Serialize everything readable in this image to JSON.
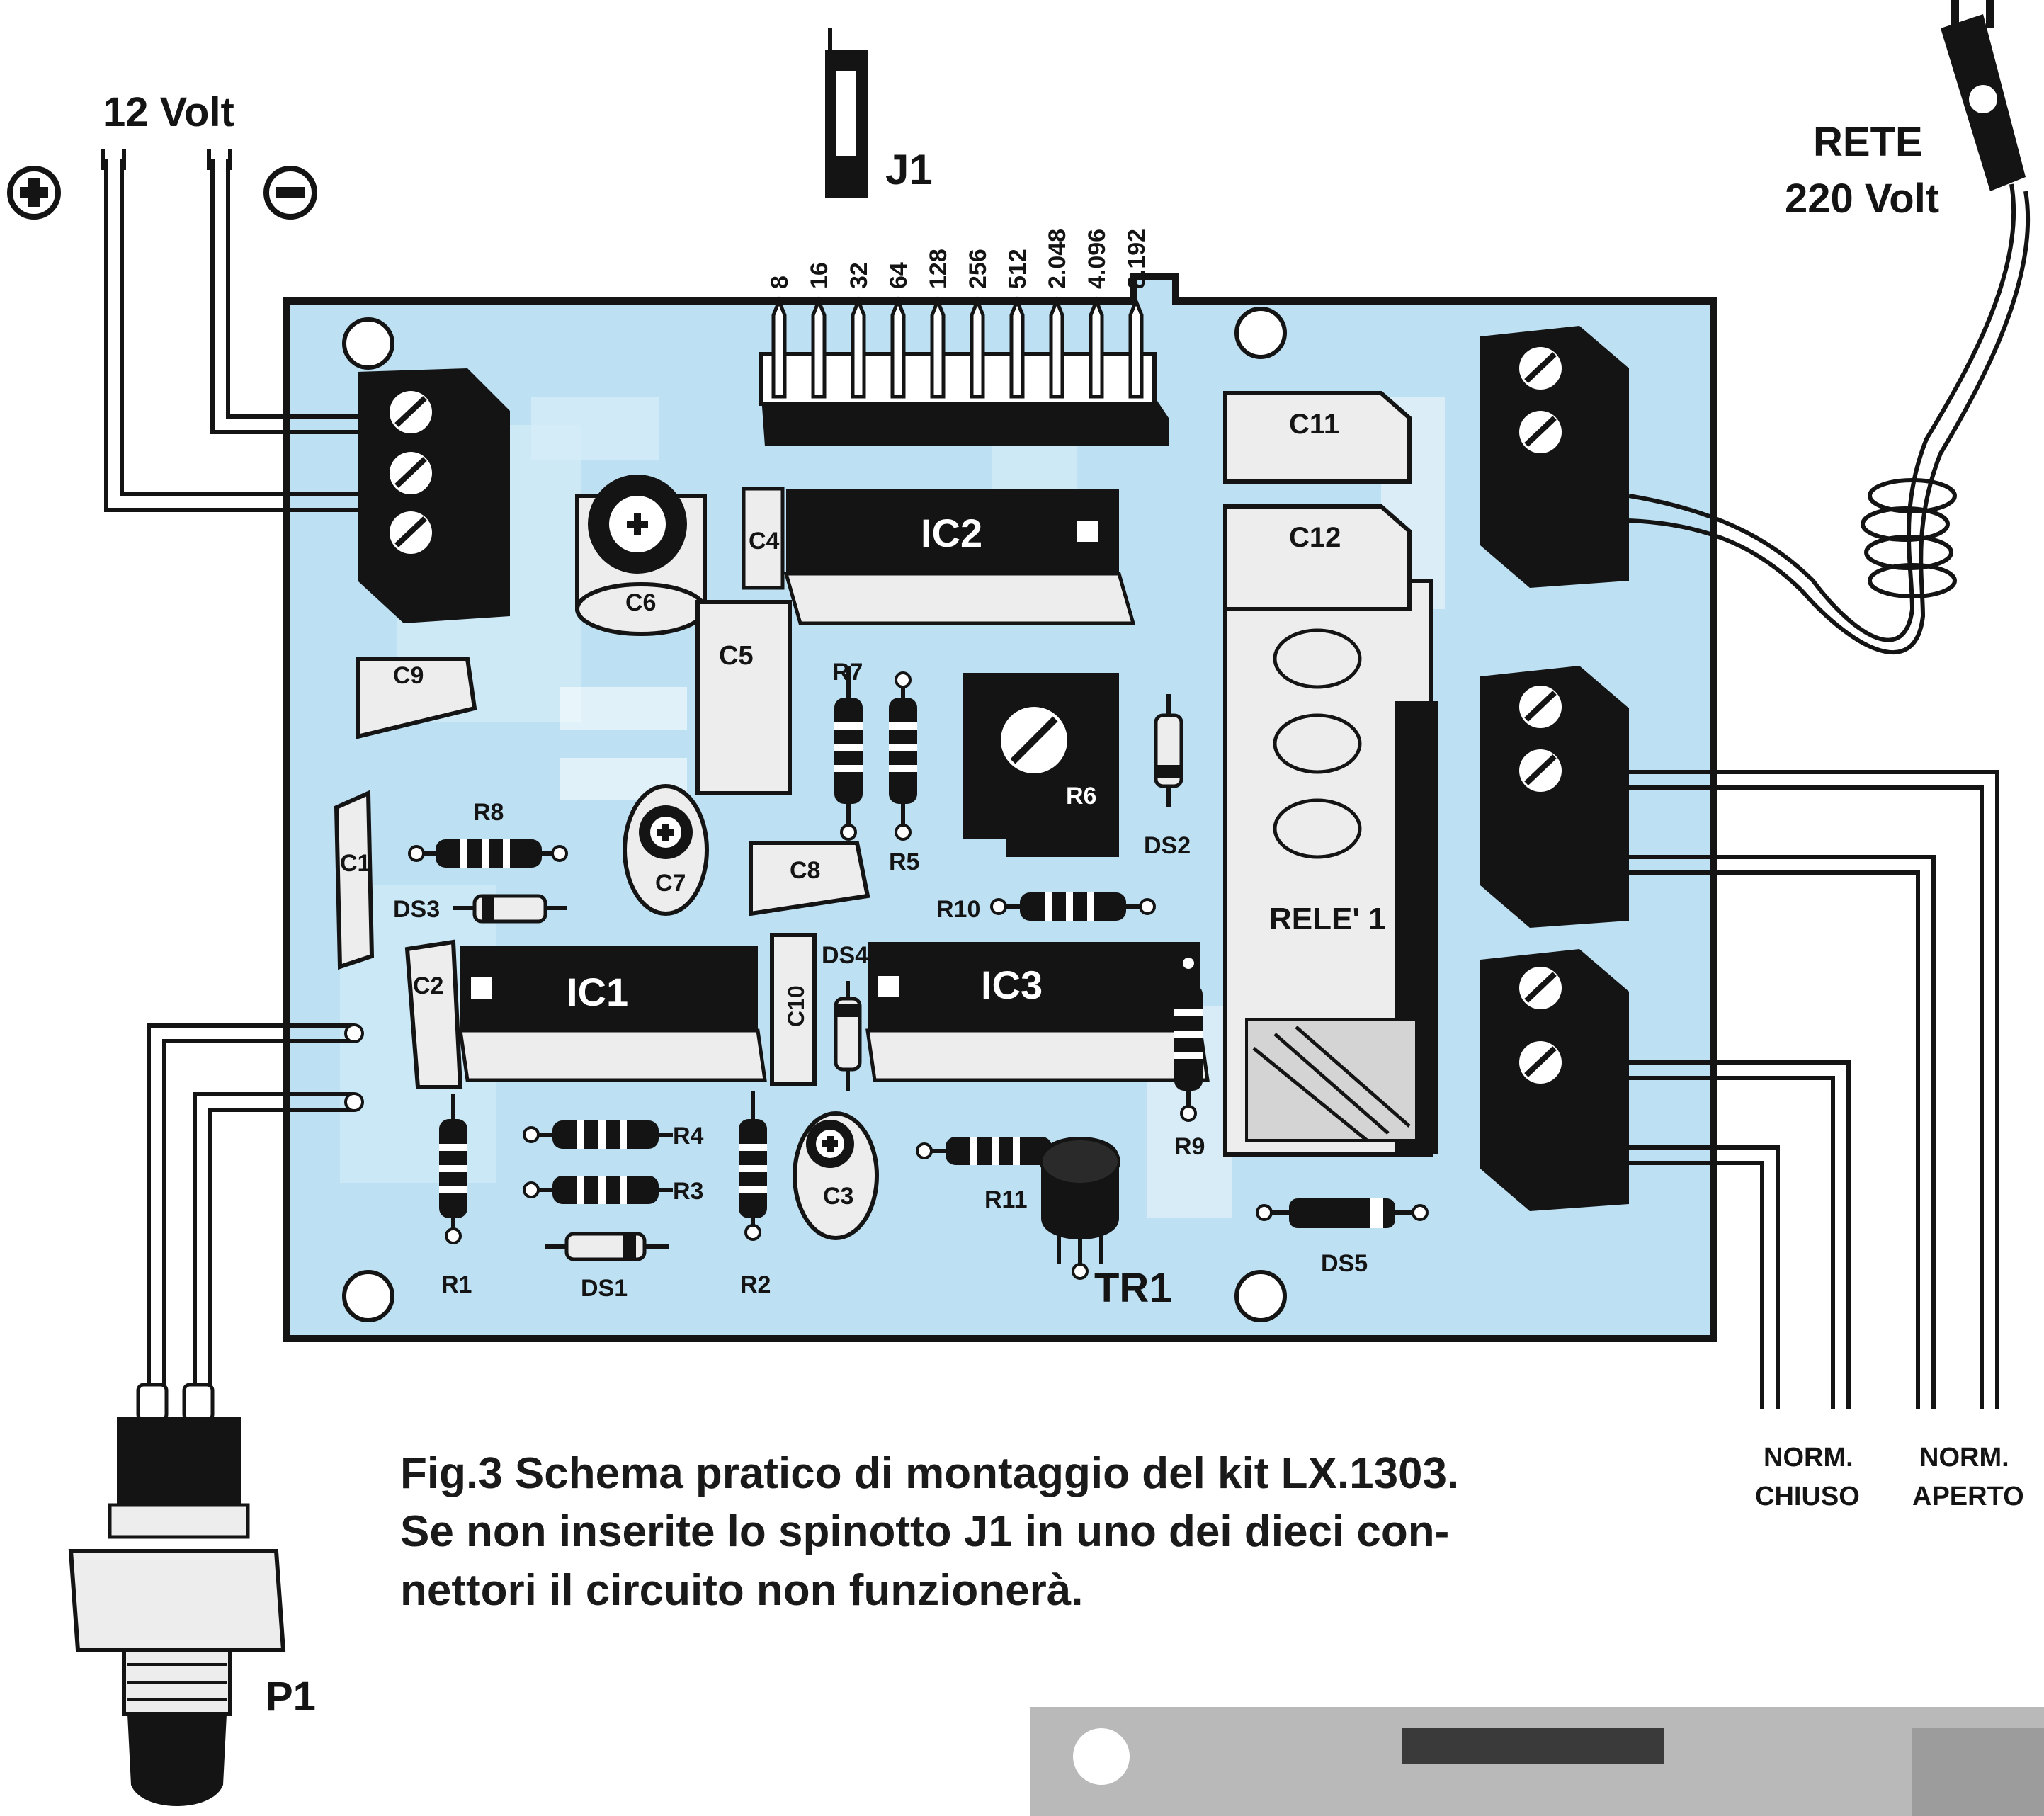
{
  "labels": {
    "power_in": "12 Volt",
    "mains_title": "RETE",
    "mains_volt": "220 Volt",
    "jumper": "J1",
    "pushbutton": "P1",
    "transistor": "TR1",
    "relay": "RELE' 1",
    "norm_closed_1": "NORM.",
    "norm_closed_2": "CHIUSO",
    "norm_open_1": "NORM.",
    "norm_open_2": "APERTO"
  },
  "connector_pins": [
    "8",
    "16",
    "32",
    "64",
    "128",
    "256",
    "512",
    "2.048",
    "4.096",
    "8.192"
  ],
  "components": {
    "ic1": "IC1",
    "ic2": "IC2",
    "ic3": "IC3",
    "c1": "C1",
    "c2": "C2",
    "c3": "C3",
    "c4": "C4",
    "c5": "C5",
    "c6": "C6",
    "c7": "C7",
    "c8": "C8",
    "c9": "C9",
    "c10": "C10",
    "c11": "C11",
    "c12": "C12",
    "r1": "R1",
    "r2": "R2",
    "r3": "R3",
    "r4": "R4",
    "r5": "R5",
    "r6": "R6",
    "r7": "R7",
    "r8": "R8",
    "r9": "R9",
    "r10": "R10",
    "r11": "R11",
    "ds1": "DS1",
    "ds2": "DS2",
    "ds3": "DS3",
    "ds4": "DS4",
    "ds5": "DS5"
  },
  "caption": {
    "line1": "Fig.3 Schema pratico di montaggio del kit LX.1303.",
    "line2": "Se non inserite lo spinotto J1 in uno dei dieci con-",
    "line3": "nettori il circuito non funzionerà."
  },
  "colors": {
    "board": "#bde0f2",
    "outline": "#141414",
    "component_body": "#ededed",
    "ic_body": "#141414"
  }
}
